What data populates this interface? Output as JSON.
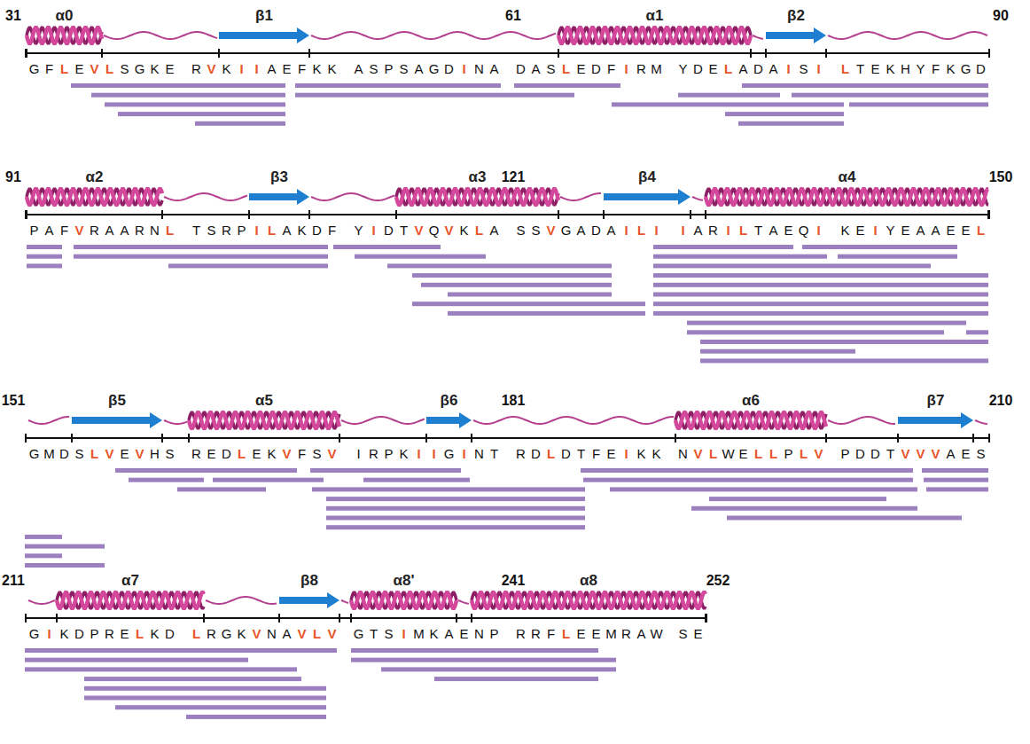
{
  "diagram": {
    "labels": [
      "31",
      "α0",
      "β1",
      "61",
      "α1",
      "β2",
      "90",
      "GFLEVLSGKE",
      "RVKIIAEFKK",
      "ASPSAGDINA",
      "DASLEDFIRM",
      "YDELADAISI",
      "LTEKHYFKGD",
      "91",
      "α2",
      "β3",
      "α3",
      "121",
      "β4",
      "α4",
      "150",
      "PAFVRAARNL",
      "TSRPILAKDF",
      "YIDTVQVKLA",
      "SSVGADAILI",
      "IARILTAEQI",
      "KEIYEAAEEL",
      "151",
      "β5",
      "α5",
      "β6",
      "181",
      "α6",
      "β7",
      "210",
      "GMDSLVEVHS",
      "REDLEKVFSV",
      "IRPKIIGINT",
      "RDLDTFEIKK",
      "NVLWELLPLV",
      "PDDTVVVAES",
      "211",
      "α7",
      "β8",
      "α8'",
      "241",
      "α8",
      "252",
      "GIKDPRELKD",
      "LRGKVNAVLV",
      "GTSIMKAENP",
      "RRFLEEMRAW",
      "SE"
    ]
  }
}
